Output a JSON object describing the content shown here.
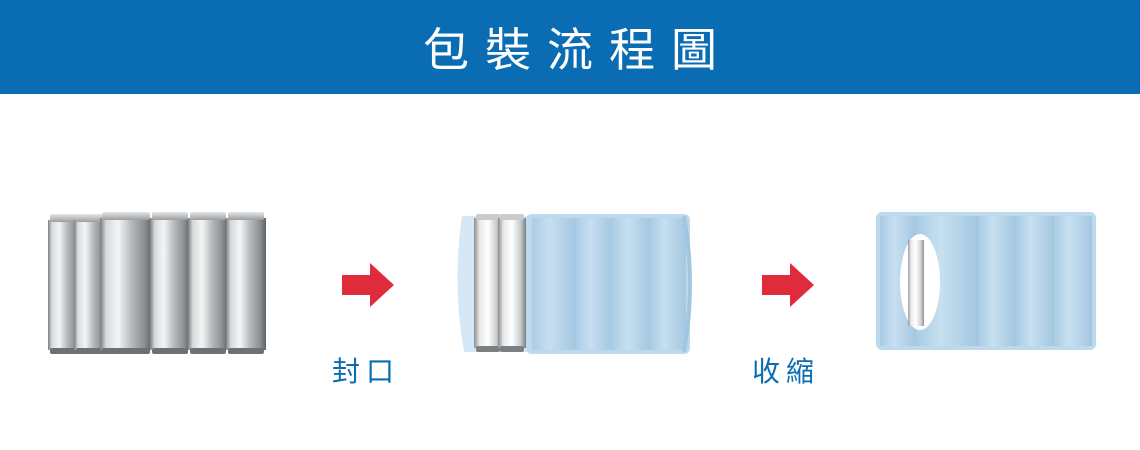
{
  "header": {
    "title": "包裝流程圖"
  },
  "steps": [
    {
      "label": "封口"
    },
    {
      "label": "收縮"
    }
  ],
  "colors": {
    "header_bg": "#0a6db3",
    "title_text": "#ffffff",
    "label_text": "#0a6db3",
    "arrow": "#e02b3c",
    "film": "#bcd9ee"
  }
}
